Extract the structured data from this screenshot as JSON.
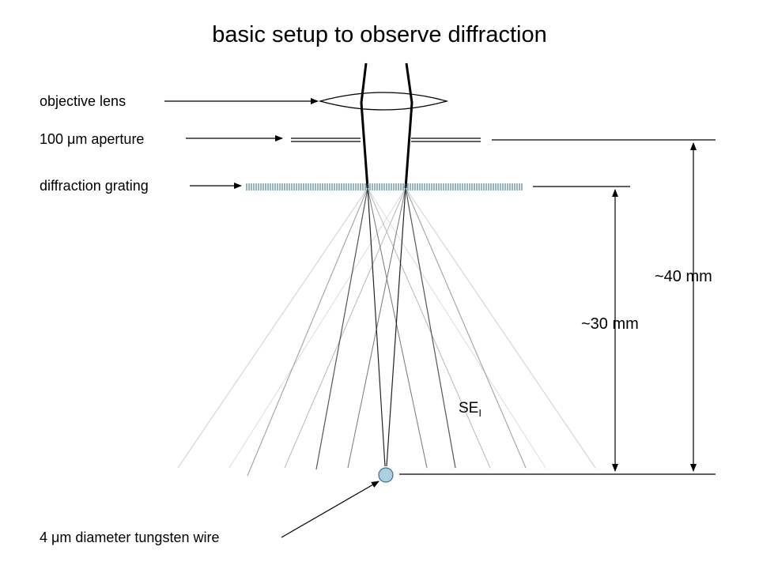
{
  "diagram": {
    "title": "basic setup to observe diffraction",
    "labels": {
      "objective_lens": "objective lens",
      "aperture": "100 μm aperture",
      "grating": "diffraction grating",
      "wire": "4 μm diameter tungsten wire"
    },
    "dimensions": {
      "grating_to_wire": "~30 mm",
      "aperture_to_wire": "~40 mm"
    },
    "signal_label": {
      "main": "SE",
      "subscript": "I"
    },
    "colors": {
      "ink": "#000000",
      "grating": "#2a6a82",
      "wire_fill": "#a9cfe0",
      "wire_stroke": "#3c6f85",
      "ray_order_1": "#555555",
      "ray_order_2": "#a8a8a8",
      "ray_order_3": "#d6d6d6"
    }
  }
}
